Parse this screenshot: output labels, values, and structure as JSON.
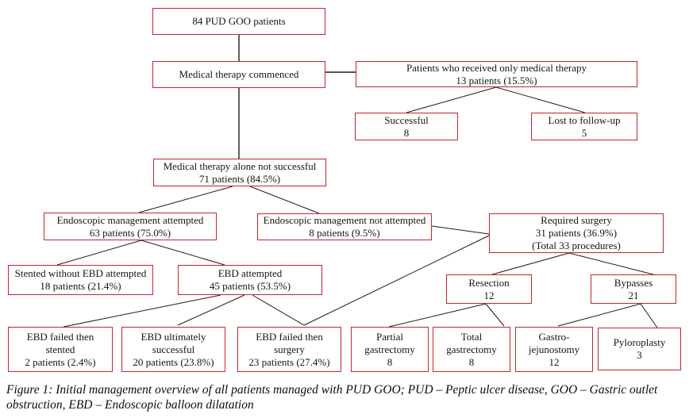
{
  "figure": {
    "caption": "Figure 1: Initial management overview of all patients managed with PUD GOO; PUD – Peptic ulcer disease, GOO – Gastric outlet obstruction, EBD – Endoscopic balloon dilatation"
  },
  "colors": {
    "box_border": "#c0272d",
    "connector": "#1c1c1c",
    "text": "#151515",
    "background": "#ffffff"
  },
  "boxes": {
    "root": {
      "lines": [
        "84 PUD GOO patients"
      ]
    },
    "commenced": {
      "lines": [
        "Medical therapy commenced"
      ]
    },
    "only_medical": {
      "lines": [
        "Patients who received only medical therapy",
        "13 patients (15.5%)"
      ]
    },
    "successful": {
      "lines": [
        "Successful",
        "8"
      ]
    },
    "lost_followup": {
      "lines": [
        "Lost to follow-up",
        "5"
      ]
    },
    "not_successful": {
      "lines": [
        "Medical therapy alone not successful",
        "71 patients (84.5%)"
      ]
    },
    "endo_attempted": {
      "lines": [
        "Endoscopic management attempted",
        "63 patients (75.0%)"
      ]
    },
    "endo_not_attempted": {
      "lines": [
        "Endoscopic management not attempted",
        "8 patients (9.5%)"
      ]
    },
    "required_surgery": {
      "lines": [
        "Required surgery",
        "31 patients (36.9%)",
        "(Total 33 procedures)"
      ]
    },
    "stented_without_ebd": {
      "lines": [
        "Stented without EBD attempted",
        "18 patients (21.4%)"
      ]
    },
    "ebd_attempted": {
      "lines": [
        "EBD attempted",
        "45 patients (53.5%)"
      ]
    },
    "resection": {
      "lines": [
        "Resection",
        "12"
      ]
    },
    "bypasses": {
      "lines": [
        "Bypasses",
        "21"
      ]
    },
    "ebd_failed_stented": {
      "lines": [
        "EBD failed then",
        "stented",
        "2 patients (2.4%)"
      ]
    },
    "ebd_ultimately_successful": {
      "lines": [
        "EBD ultimately",
        "successful",
        "20 patients (23.8%)"
      ]
    },
    "ebd_failed_surgery": {
      "lines": [
        "EBD failed then",
        "surgery",
        "23 patients (27.4%)"
      ]
    },
    "partial_gastrectomy": {
      "lines": [
        "Partial",
        "gastrectomy",
        "8"
      ]
    },
    "total_gastrectomy": {
      "lines": [
        "Total",
        "gastrectomy",
        "8"
      ]
    },
    "gastro_jejunostomy": {
      "lines": [
        "Gastro-",
        "jejunostomy",
        "12"
      ]
    },
    "pyloroplasty": {
      "lines": [
        "Pyloroplasty",
        "3"
      ]
    }
  }
}
